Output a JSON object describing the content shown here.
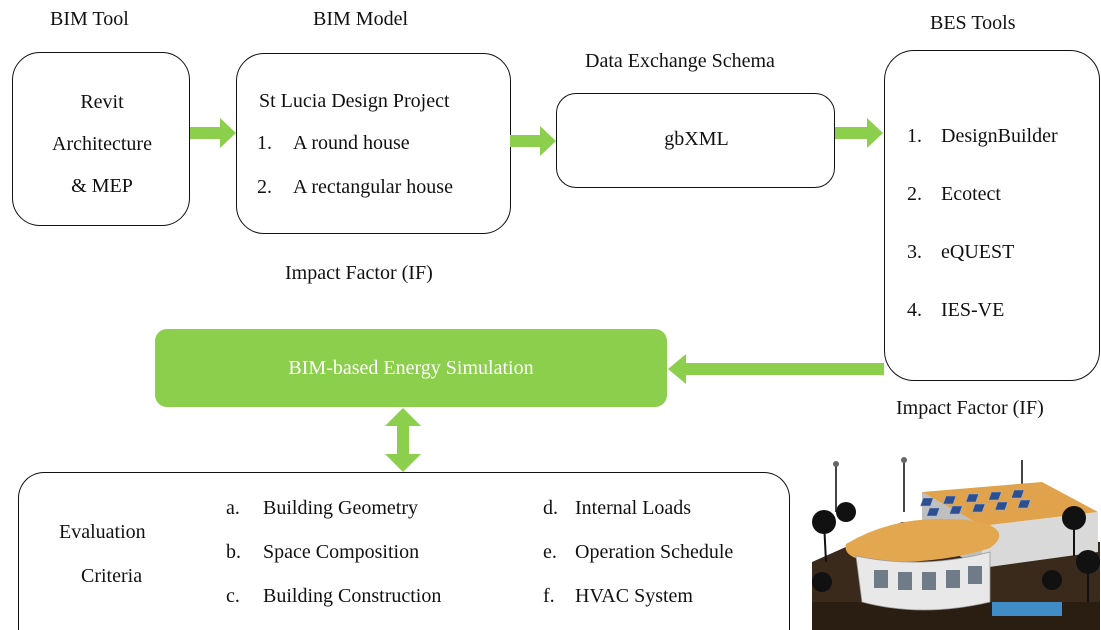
{
  "headers": {
    "bim_tool": "BIM Tool",
    "bim_model": "BIM Model",
    "schema": "Data Exchange Schema",
    "bes_tools": "BES Tools"
  },
  "revit_box": {
    "line1": "Revit",
    "line2": "Architecture",
    "line3": "& MEP"
  },
  "model_box": {
    "title": "St Lucia Design Project",
    "items": [
      {
        "num": "1.",
        "text": "A round house"
      },
      {
        "num": "2.",
        "text": "A rectangular house"
      }
    ]
  },
  "schema_box": {
    "label": "gbXML"
  },
  "bes_box": {
    "items": [
      {
        "num": "1.",
        "text": "DesignBuilder"
      },
      {
        "num": "2.",
        "text": "Ecotect"
      },
      {
        "num": "3.",
        "text": "eQUEST"
      },
      {
        "num": "4.",
        "text": "IES-VE"
      }
    ]
  },
  "impact_factor_1": "Impact Factor (IF)",
  "impact_factor_2": "Impact Factor (IF)",
  "simulation_box": {
    "label": "BIM-based Energy Simulation"
  },
  "criteria_box": {
    "title_line1": "Evaluation",
    "title_line2": "Criteria",
    "left": [
      {
        "letter": "a.",
        "text": "Building Geometry"
      },
      {
        "letter": "b.",
        "text": "Space Composition"
      },
      {
        "letter": "c.",
        "text": "Building Construction"
      }
    ],
    "right": [
      {
        "letter": "d.",
        "text": "Internal Loads"
      },
      {
        "letter": "e.",
        "text": "Operation Schedule"
      },
      {
        "letter": "f.",
        "text": "HVAC System"
      }
    ]
  },
  "colors": {
    "arrow_green": "#8ccf4d",
    "sim_fill": "#8ccf4d",
    "border": "#111111"
  }
}
